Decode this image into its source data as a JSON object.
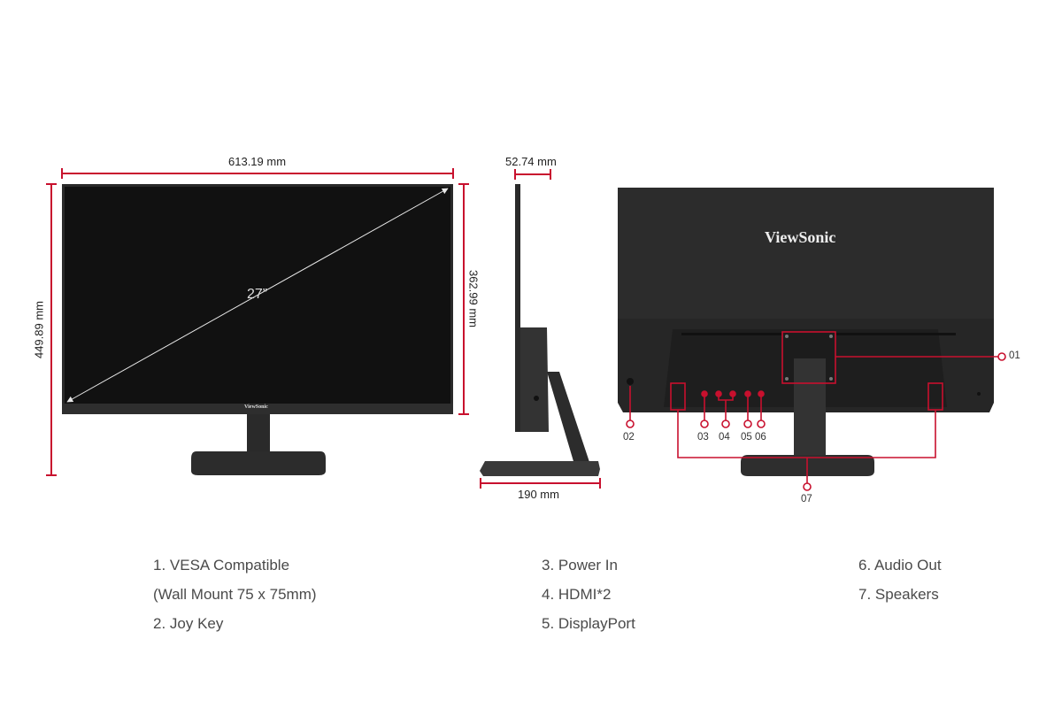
{
  "dimensions": {
    "width": "613.19 mm",
    "height_total": "449.89 mm",
    "height_panel": "362.99 mm",
    "depth_panel": "52.74 mm",
    "depth_base": "190 mm",
    "diagonal": "27”"
  },
  "brand": "ViewSonic",
  "port_callouts": [
    "01",
    "02",
    "03",
    "04",
    "05",
    "06",
    "07"
  ],
  "legend": {
    "col1": [
      "1. VESA Compatible",
      "(Wall Mount 75 x 75mm)",
      "2. Joy Key"
    ],
    "col2": [
      "3. Power In",
      "4. HDMI*2",
      "5. DisplayPort"
    ],
    "col3": [
      "6. Audio Out",
      "7. Speakers"
    ]
  },
  "colors": {
    "accent": "#c8102e",
    "bezel": "#222222",
    "screen": "#111111",
    "body": "#2b2b2b"
  }
}
